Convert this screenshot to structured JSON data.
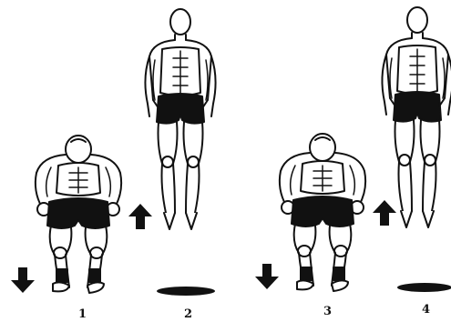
{
  "diagram": {
    "steps": [
      {
        "label": "1",
        "pose": "squat",
        "arrow": "down-arrow-icon"
      },
      {
        "label": "2",
        "pose": "jump",
        "arrow": "up-arrow-icon"
      },
      {
        "label": "3",
        "pose": "squat",
        "arrow": "down-arrow-icon"
      },
      {
        "label": "4",
        "pose": "jump",
        "arrow": "up-arrow-icon"
      }
    ],
    "colors": {
      "ink": "#111111",
      "shading": "#555555"
    }
  }
}
